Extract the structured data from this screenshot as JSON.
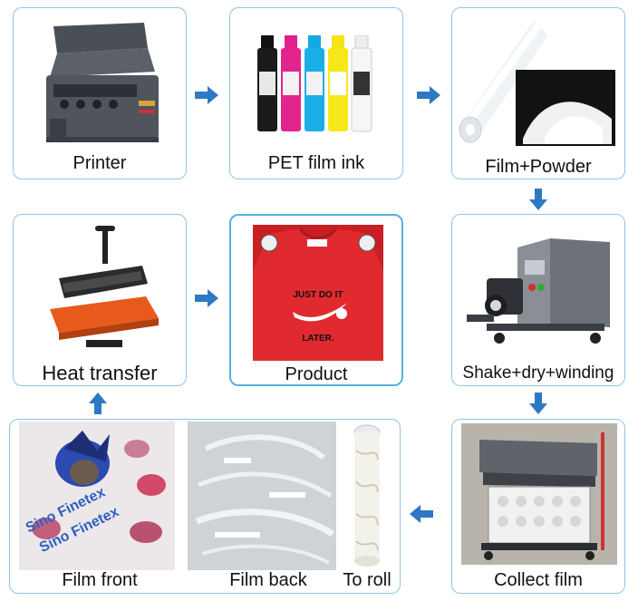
{
  "steps": {
    "printer": "Printer",
    "ink": "PET film ink",
    "film_powder": "Film+Powder",
    "shake": "Shake+dry+winding",
    "collect": "Collect film",
    "film_front": "Film front",
    "film_back": "Film back",
    "to_roll": "To roll",
    "heat": "Heat transfer",
    "product": "Product"
  },
  "shirt": {
    "line1": "JUST DO IT",
    "line2": "LATER."
  },
  "film_print": {
    "line1": "Sino Finetex",
    "line2": "Sino Finetex"
  },
  "colors": {
    "card_border": "#8fc6e4",
    "arrow": "#2f78c4",
    "shirt": "#d9262b"
  }
}
